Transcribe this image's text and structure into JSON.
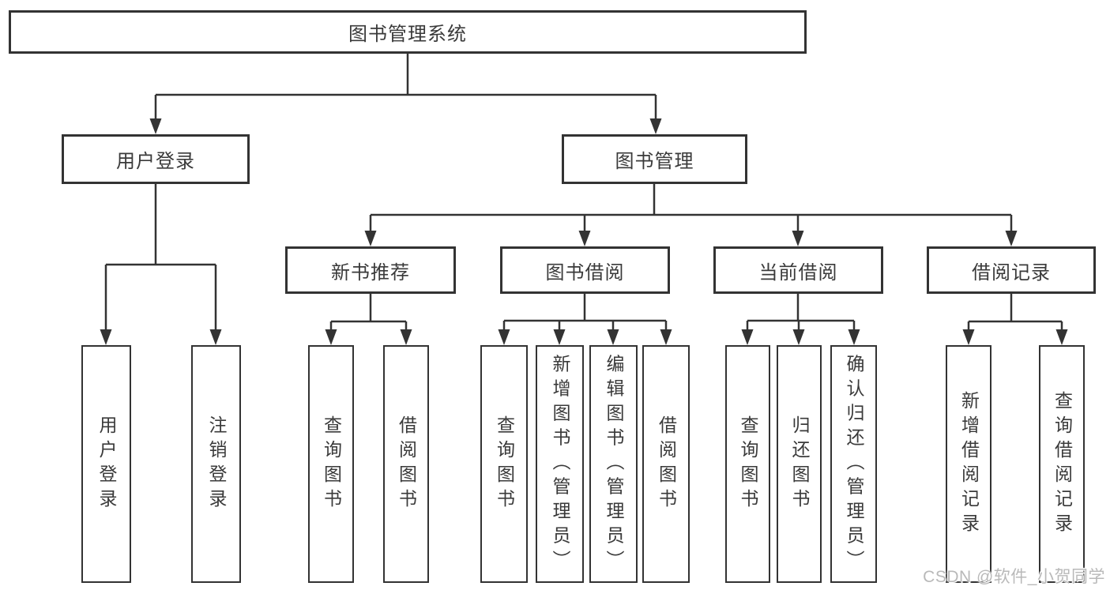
{
  "nodes": {
    "root": "图书管理系统",
    "branches": [
      "用户登录",
      "图书管理"
    ],
    "modules": [
      "新书推荐",
      "图书借阅",
      "当前借阅",
      "借阅记录"
    ],
    "leaves": [
      "用户登录",
      "注销登录",
      "查询图书",
      "借阅图书",
      "查询图书",
      "新增图书（管理员）",
      "编辑图书（管理员）",
      "借阅图书",
      "查询图书",
      "归还图书",
      "确认归还（管理员）",
      "新增借阅记录",
      "查询借阅记录"
    ]
  },
  "watermark": "CSDN @软件_小贺同学",
  "colors": {
    "line": "#333333",
    "text": "#3a3a3a",
    "background": "#ffffff",
    "watermark": "#b9b9b9"
  }
}
